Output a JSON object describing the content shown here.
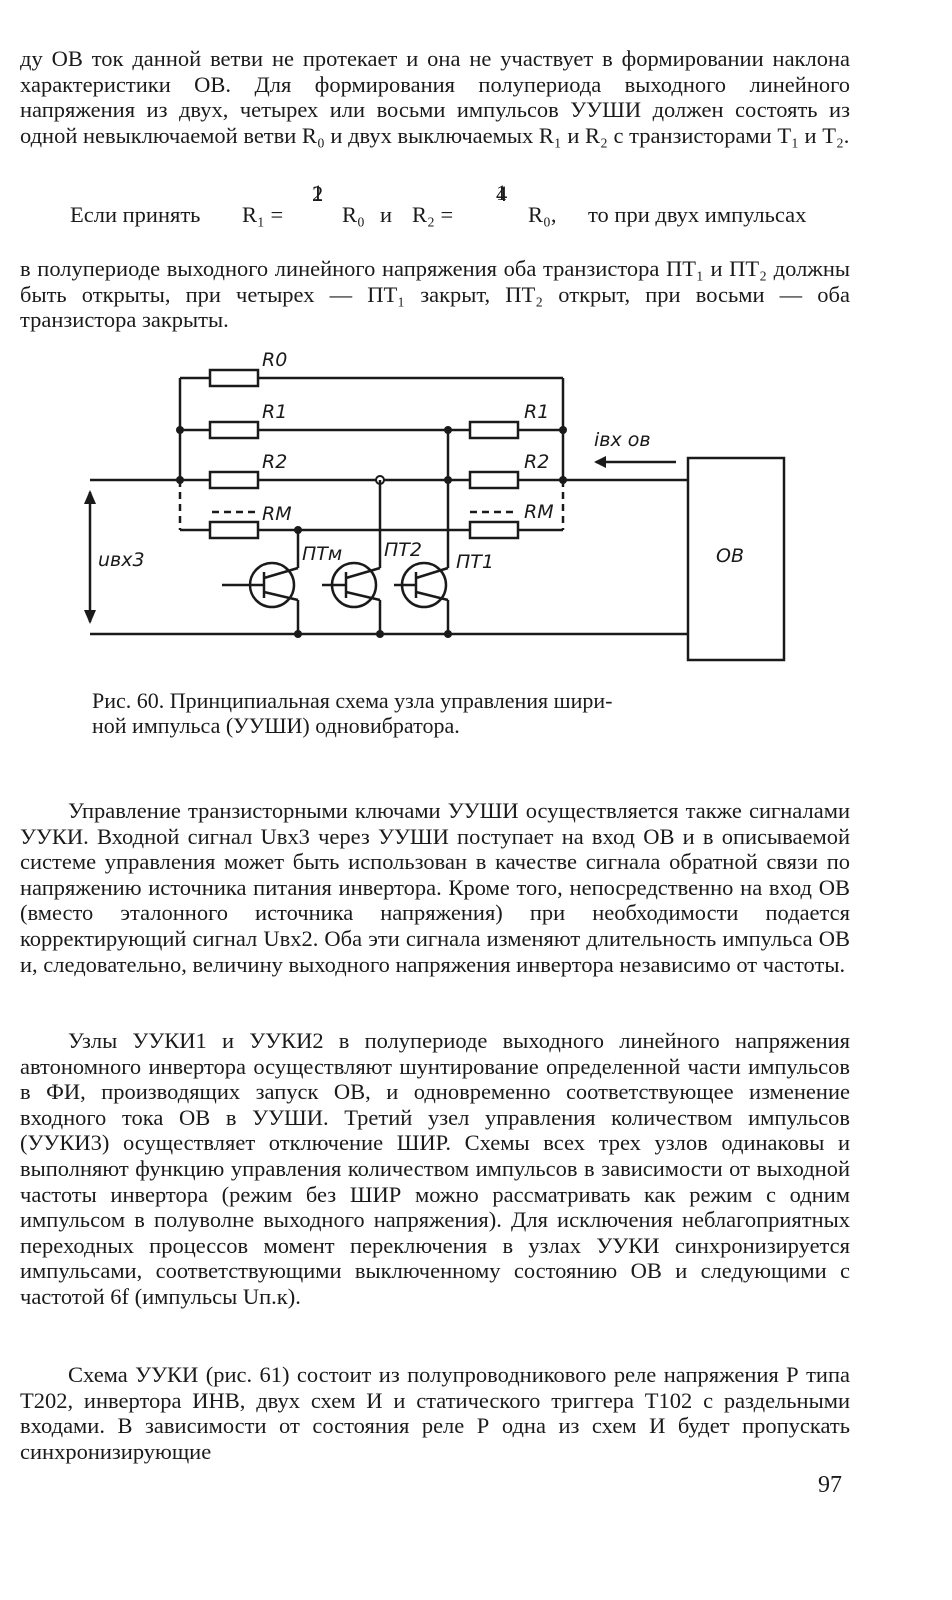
{
  "page": {
    "top_text": "ду ОВ ток данной ветви не протекает и она не участвует в формировании наклона характеристики ОВ. Для формирования полупериода выходного линейного напряжения из двух, четырех или восьми импульсов УУШИ должен состоять из одной невыключаемой ветви R₀ и двух выключаемых R₁ и R₂ с транзисторами T₁ и T₂.",
    "formula": {
      "prefix": "Если принять",
      "r1": "R₁ =",
      "frac1_num": "1",
      "frac1_den": "2",
      "r0_a": "R₀",
      "and": "и",
      "r2": "R₂ =",
      "frac2_num": "1",
      "frac2_den": "4",
      "r0_b": "R₀,",
      "suffix": "то при двух импульсах"
    },
    "after_formula": "в полупериоде выходного линейного напряжения оба транзистора ПТ₁ и ПТ₂ должны быть открыты, при четырех — ПТ₁ закрыт, ПТ₂ открыт, при восьми — оба транзистора закрыты.",
    "figure": {
      "labels": {
        "r0": "R0",
        "r1_left": "R1",
        "r1_right": "R1",
        "r2_left": "R2",
        "r2_right": "R2",
        "rm_left": "RM",
        "rm_right": "RM",
        "i_in": "iвх ов",
        "u_in": "uвх3",
        "ptm": "ПТм",
        "pt2": "ПТ2",
        "pt1": "ПТ1",
        "ob": "ОВ"
      },
      "caption_line1": "Рис. 60. Принципиальная схема узла управления шири-",
      "caption_line2": "ной импульса (УУШИ) одновибратора."
    },
    "para1": "Управление транзисторными ключами УУШИ осуществляется также сигналами УУКИ. Входной сигнал Uвх3 через УУШИ поступает на вход ОВ и в описываемой системе управления может быть использован в качестве сигнала обратной связи по напряжению источника питания инвертора. Кроме того, непосредственно на вход ОВ (вместо эталонного источника напряжения) при необходимости подается корректирующий сигнал Uвх2. Оба эти сигнала изменяют длительность импульса ОВ и, следовательно, величину выходного напряжения инвертора независимо от частоты.",
    "para2": "Узлы УУКИ1 и УУКИ2 в полупериоде выходного линейного напряжения автономного инвертора осуществляют шунтирование определенной части импульсов в ФИ, производящих запуск ОВ, и одновременно соответствующее изменение входного тока ОВ в УУШИ. Третий узел управления количеством импульсов (УУКИ3) осуществляет отключение ШИР. Схемы всех трех узлов одинаковы и выполняют функцию управления количеством импульсов в зависимости от выходной частоты инвертора (режим без ШИР можно рассматривать как режим с одним импульсом в полуволне выходного напряжения). Для исключения неблагоприятных переходных процессов момент переключения в узлах УУКИ синхронизируется импульсами, соответствующими выключенному состоянию ОВ и следующими с частотой 6f (импульсы Uп.к).",
    "para3": "Схема УУКИ (рис. 61) состоит из полупроводникового реле напряжения Р типа Т202, инвертора ИНВ, двух схем И и статического триггера Т102 с раздельными входами. В зависимости от состояния реле Р одна из схем И будет пропускать синхронизирующие",
    "page_number": "97"
  }
}
